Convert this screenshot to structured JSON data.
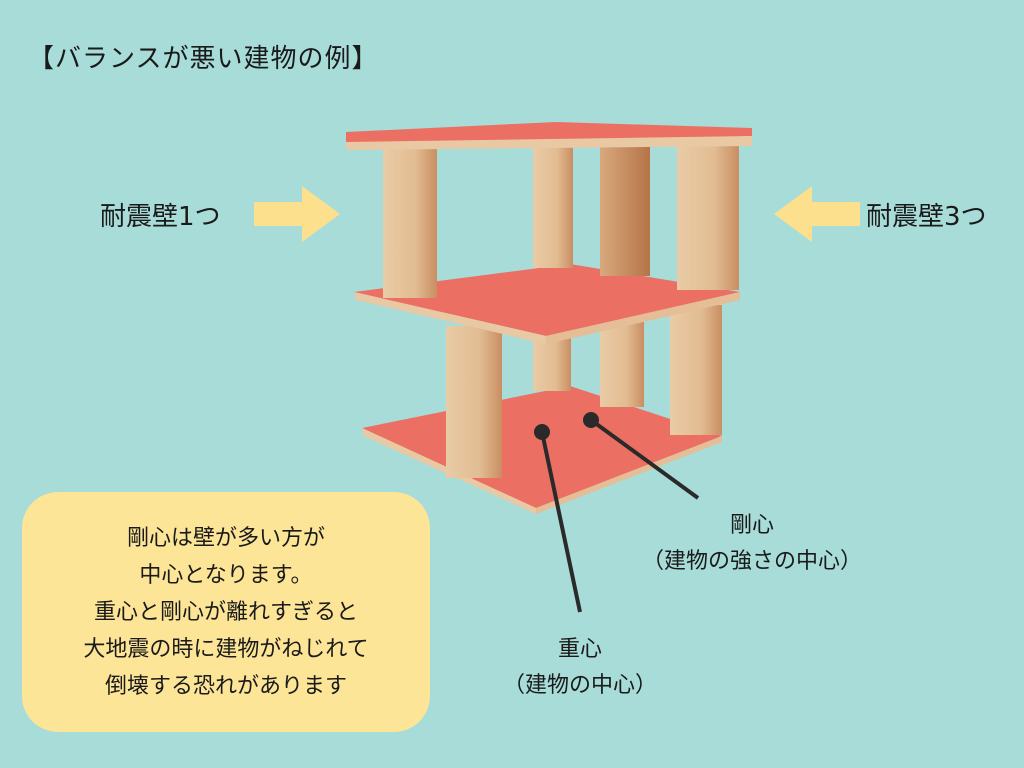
{
  "title": "【バランスが悪い建物の例】",
  "left_label": {
    "text": "耐震壁1つ",
    "arrow_direction": "right",
    "arrow_icon": "arrow-right-icon"
  },
  "right_label": {
    "text": "耐震壁3つ",
    "arrow_direction": "left",
    "arrow_icon": "arrow-left-icon"
  },
  "note": {
    "lines": [
      "剛心は壁が多い方が",
      "中心となります。",
      "重心と剛心が離れすぎると",
      "大地震の時に建物がねじれて",
      "倒壊する恐れがあります"
    ]
  },
  "callouts": {
    "rigidity_center": {
      "title": "剛心",
      "subtitle": "（建物の強さの中心）"
    },
    "gravity_center": {
      "title": "重心",
      "subtitle": "（建物の中心）"
    }
  },
  "model": {
    "floors": 2,
    "top_floor_pillars": 4,
    "ground_floor_pillars": 4
  },
  "colors": {
    "background": "#a8dcd8",
    "arrow": "#fde08e",
    "note_box": "#fde597",
    "board": "#ec6f63",
    "board_edge": "#e9c9a4",
    "pillar": "#e6c4a0",
    "marker": "#2a2a2a"
  }
}
